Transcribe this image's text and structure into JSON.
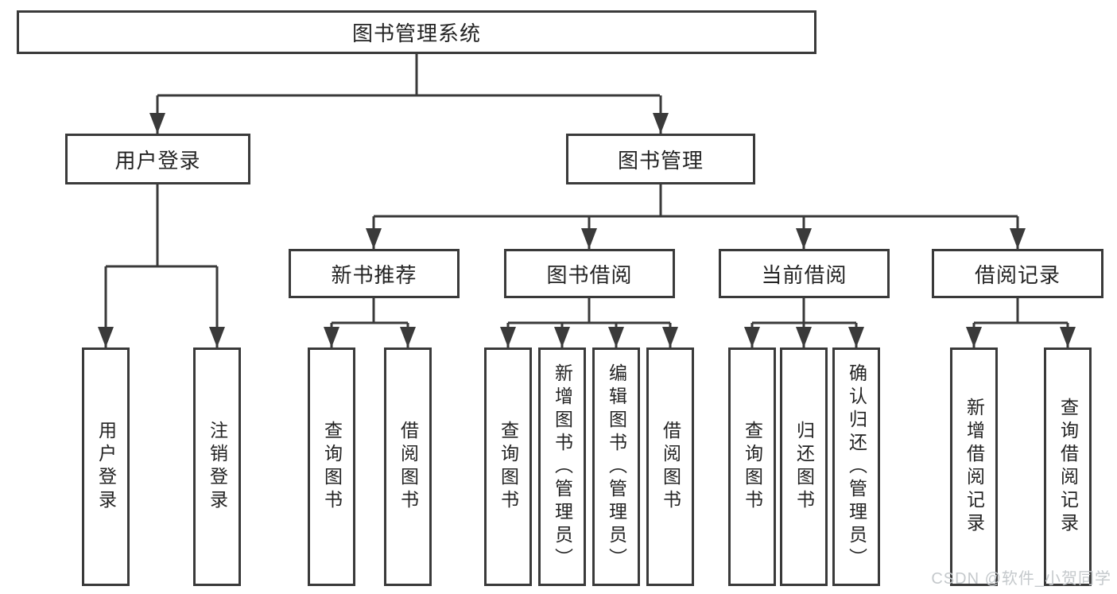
{
  "diagram": {
    "title": "图书管理系统",
    "children": [
      {
        "label": "用户登录",
        "children": [
          {
            "label": "用户登录"
          },
          {
            "label": "注销登录"
          }
        ]
      },
      {
        "label": "图书管理",
        "children": [
          {
            "label": "新书推荐",
            "children": [
              {
                "label": "查询图书"
              },
              {
                "label": "借阅图书"
              }
            ]
          },
          {
            "label": "图书借阅",
            "children": [
              {
                "label": "查询图书"
              },
              {
                "label": "新增图书（管理员）"
              },
              {
                "label": "编辑图书（管理员）"
              },
              {
                "label": "借阅图书"
              }
            ]
          },
          {
            "label": "当前借阅",
            "children": [
              {
                "label": "查询图书"
              },
              {
                "label": "归还图书"
              },
              {
                "label": "确认归还（管理员）"
              }
            ]
          },
          {
            "label": "借阅记录",
            "children": [
              {
                "label": "新增借阅记录"
              },
              {
                "label": "查询借阅记录"
              }
            ]
          }
        ]
      }
    ]
  },
  "watermark": {
    "text": "CSDN @软件_小贺同学"
  },
  "colors": {
    "line": "#3a3a3a",
    "text": "#232323",
    "background": "#ffffff",
    "watermark": "#c5c9cc"
  }
}
